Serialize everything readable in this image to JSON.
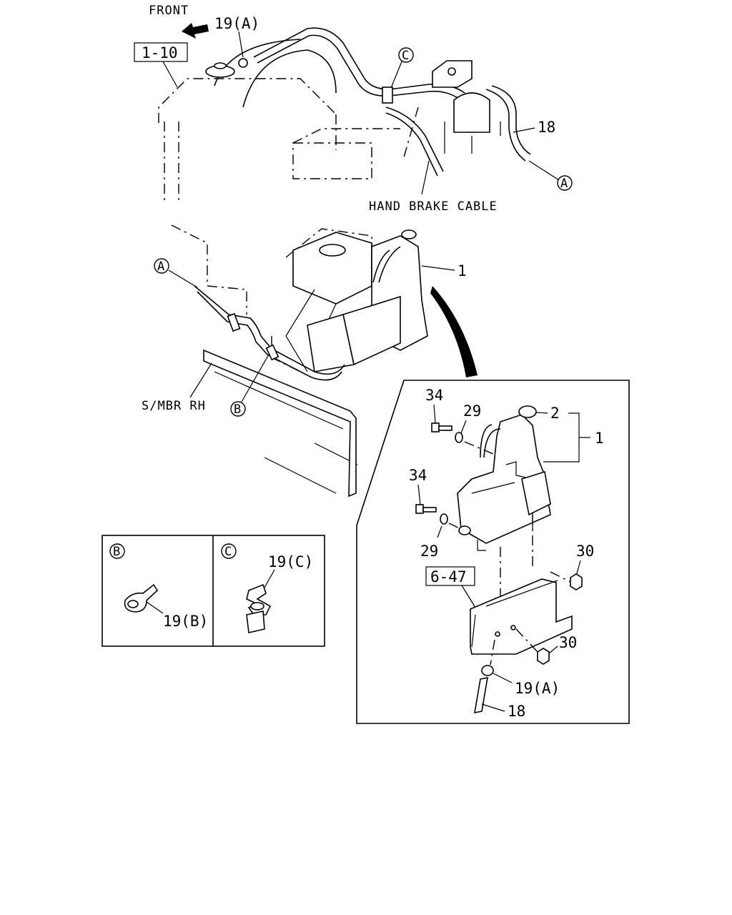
{
  "top_view": {
    "front_label": "FRONT",
    "ref_box_label": "1-10",
    "clip_19a_label": "19(A)",
    "hose_18_label": "18",
    "circle_c_label": "C",
    "circle_a_label": "A",
    "hand_brake_label": "HAND BRAKE CABLE"
  },
  "middle_view": {
    "circle_a_label": "A",
    "tank_label": "1",
    "side_member_label": "S/MBR RH",
    "circle_b_label": "B"
  },
  "detail_view": {
    "bolt_upper_label": "34",
    "washer_upper_label": "29",
    "cap_label": "2",
    "assembly_label": "1",
    "bolt_lower_label": "34",
    "washer_lower_label": "29",
    "nut_upper_label": "30",
    "bracket_ref_label": "6-47",
    "nut_lower_label": "30",
    "clip_label": "19(A)",
    "hose_label": "18"
  },
  "inset_b": {
    "circle_label": "B",
    "part_label": "19(B)"
  },
  "inset_c": {
    "circle_label": "C",
    "part_label": "19(C)"
  }
}
